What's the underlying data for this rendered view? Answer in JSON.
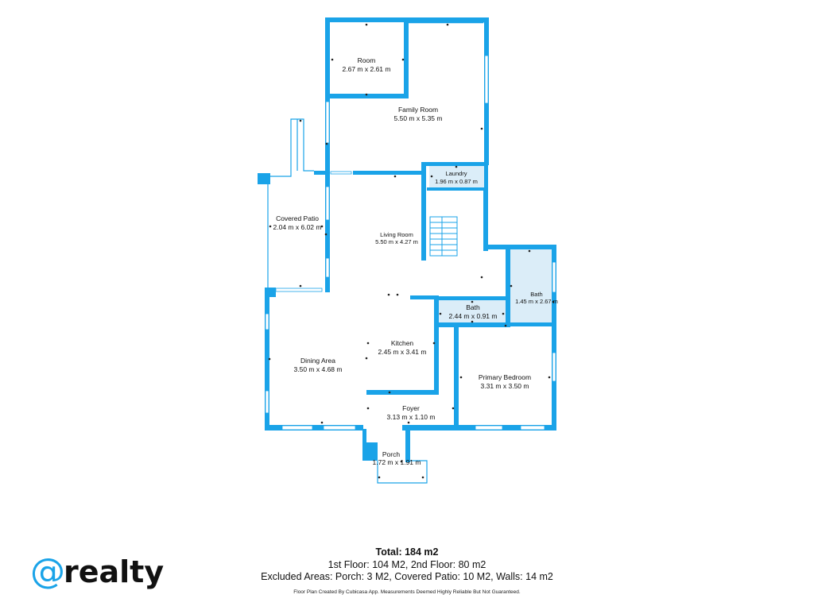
{
  "colors": {
    "wall": "#1aa3e8",
    "wet": "#dbedf8",
    "brand": "#1aa3e8"
  },
  "rooms": [
    {
      "id": "room",
      "name": "Room",
      "dims": "2.67 m x 2.61 m"
    },
    {
      "id": "family",
      "name": "Family Room",
      "dims": "5.50 m x 5.35 m"
    },
    {
      "id": "laundry",
      "name": "Laundry",
      "dims": "1.96 m x 0.87 m"
    },
    {
      "id": "patio",
      "name": "Covered Patio",
      "dims": "2.04 m x 6.02 m"
    },
    {
      "id": "living",
      "name": "Living Room",
      "dims": "5.50 m x 4.27 m"
    },
    {
      "id": "bath2",
      "name": "Bath",
      "dims": "1.45 m x 2.67 m"
    },
    {
      "id": "bath1",
      "name": "Bath",
      "dims": "2.44 m x 0.91 m"
    },
    {
      "id": "kitchen",
      "name": "Kitchen",
      "dims": "2.45 m x 3.41 m"
    },
    {
      "id": "dining",
      "name": "Dining Area",
      "dims": "3.50 m x 4.68 m"
    },
    {
      "id": "primary",
      "name": "Primary Bedroom",
      "dims": "3.31 m x 3.50 m"
    },
    {
      "id": "foyer",
      "name": "Foyer",
      "dims": "3.13 m x 1.10 m"
    },
    {
      "id": "porch",
      "name": "Porch",
      "dims": "1.72 m x 1.91 m"
    }
  ],
  "footer": {
    "total": "Total: 184 m2",
    "floors": "1st Floor: 104 M2, 2nd Floor: 80 m2",
    "excluded": "Excluded Areas: Porch: 3 M2, Covered Patio: 10 M2, Walls: 14 m2",
    "note": "Floor Plan Created By Cubicasa App. Measurements Deemed Highly Reliable But Not Guaranteed."
  },
  "logo": {
    "at": "@",
    "word": "realty"
  }
}
